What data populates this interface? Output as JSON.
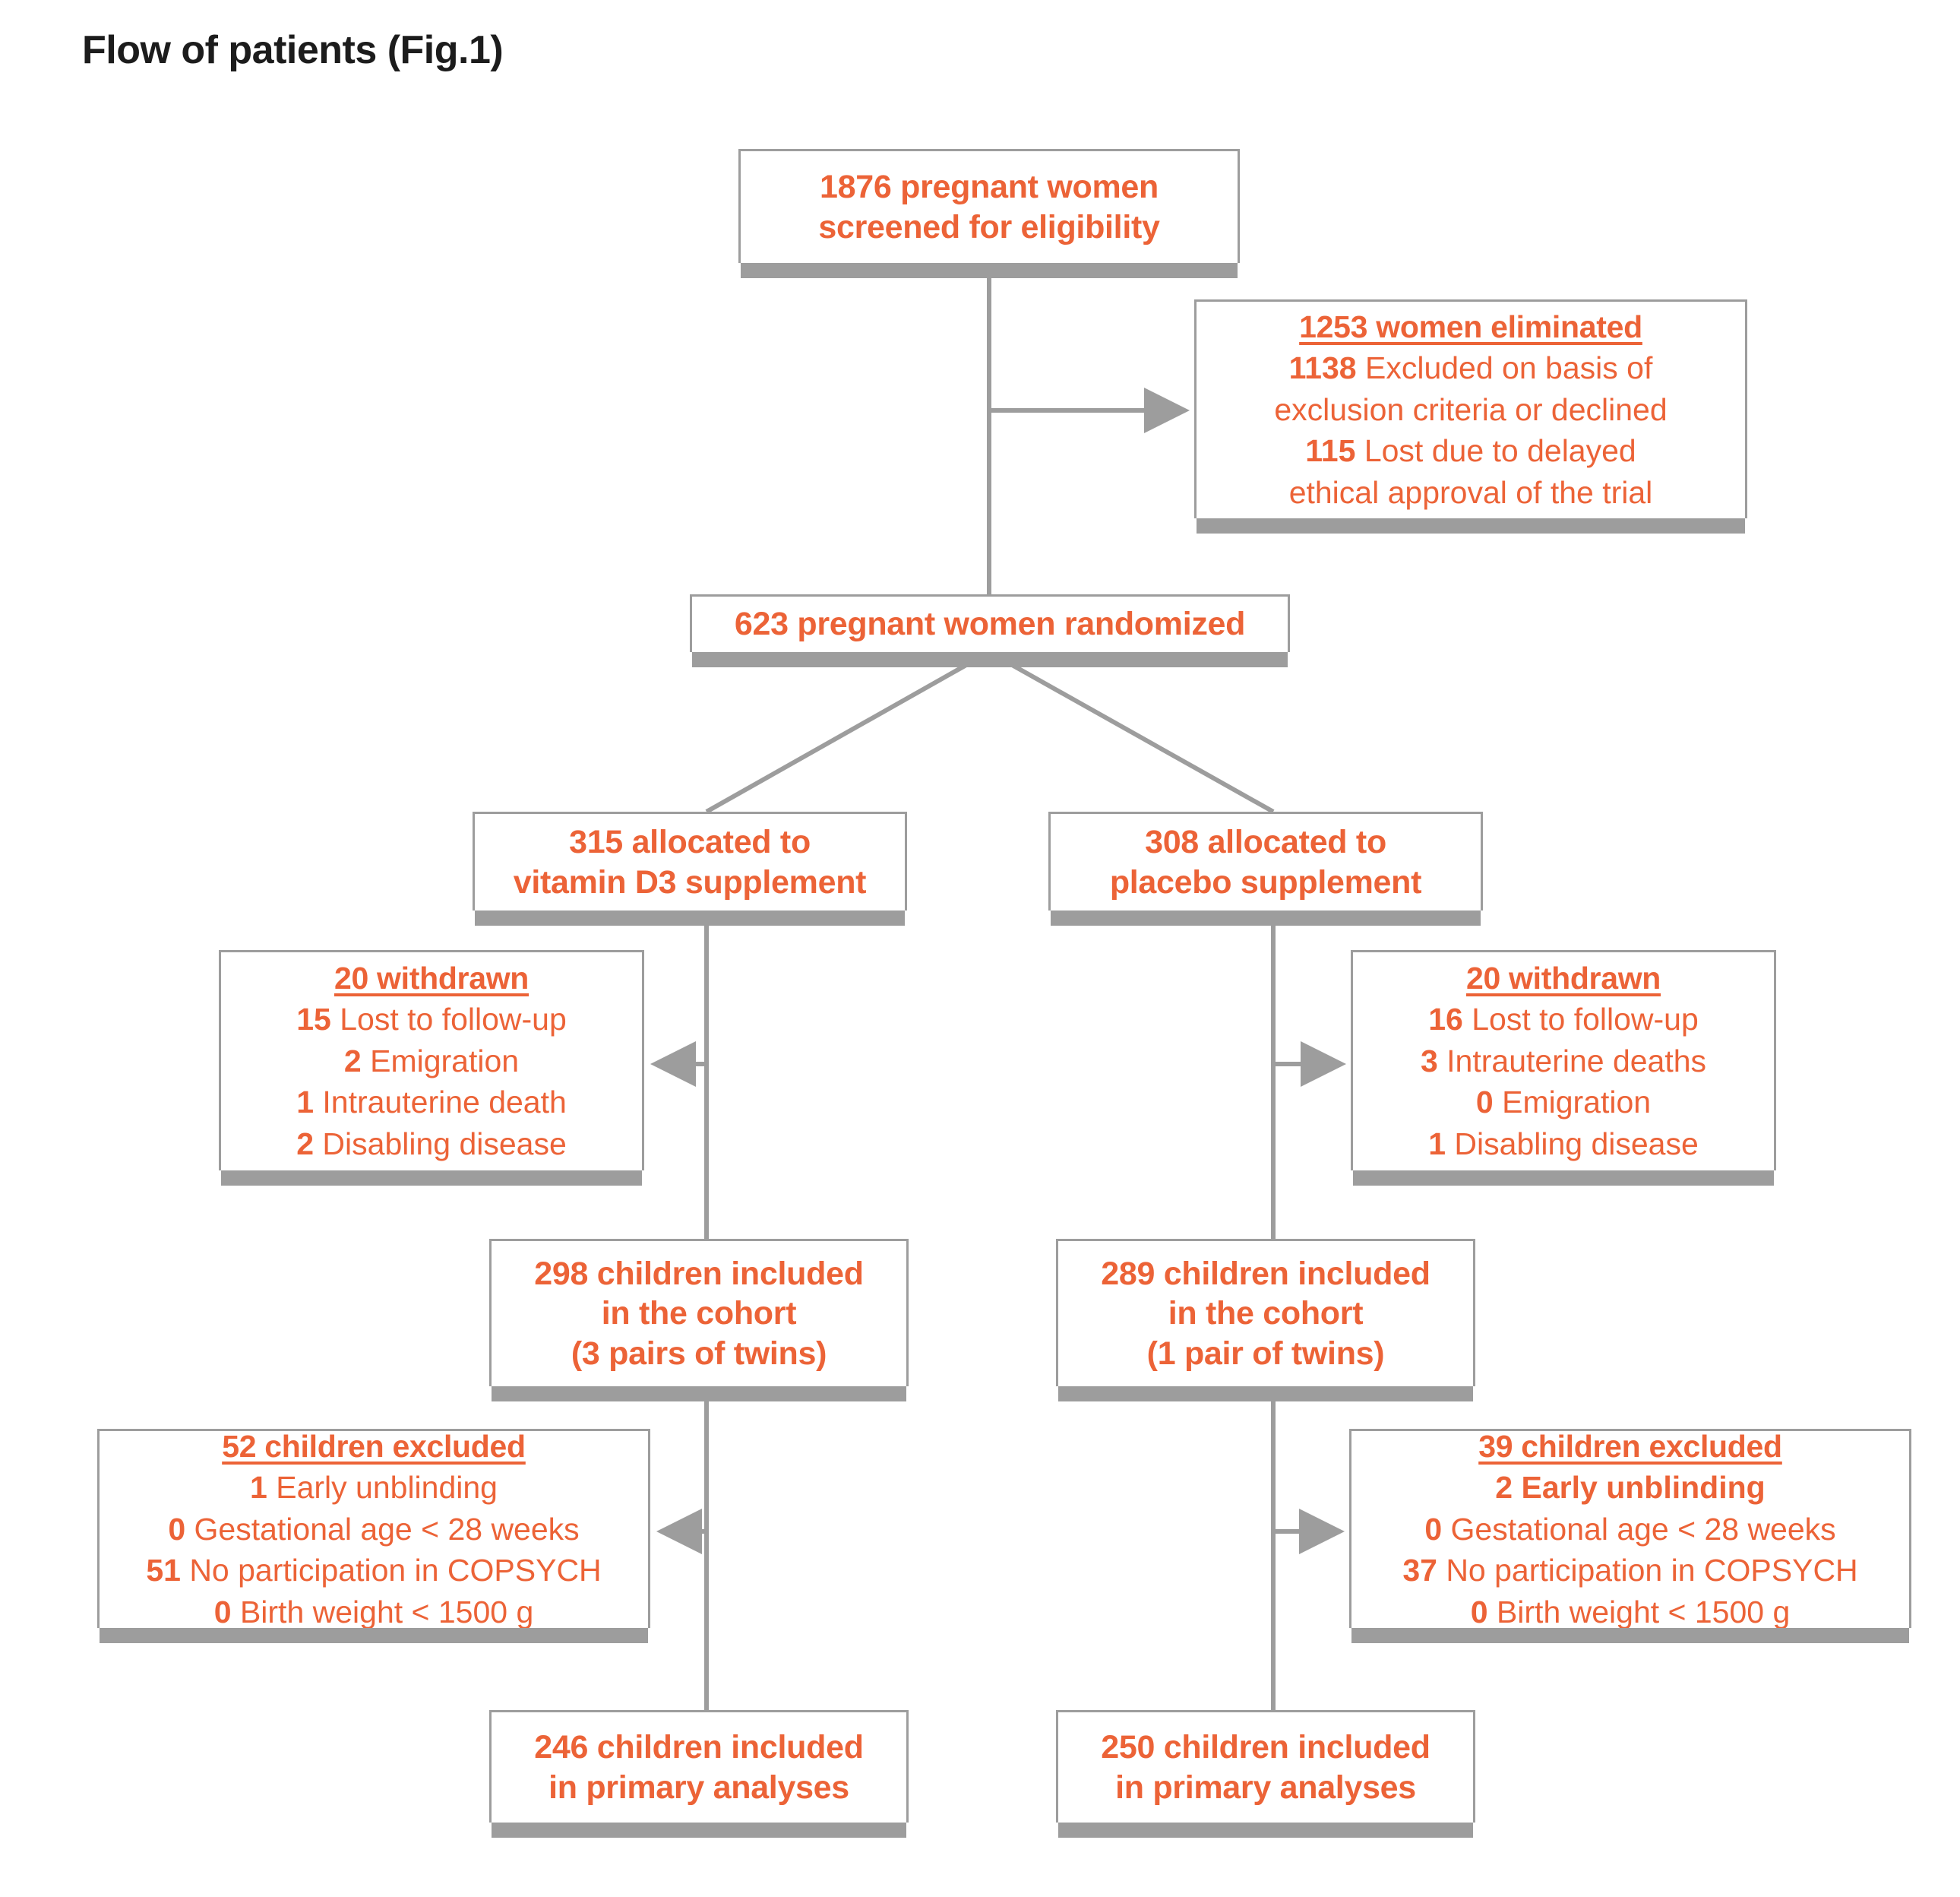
{
  "page": {
    "title": "Flow of patients (Fig.1)",
    "accent_color": "#ec6337",
    "line_color": "#9d9d9d",
    "title_color": "#1c1c1c",
    "background": "#ffffff"
  },
  "nodes": {
    "screened": {
      "line1": "1876 pregnant women",
      "line2": "screened for eligibility"
    },
    "eliminated": {
      "header": "1253 women eliminated",
      "rows": [
        {
          "count": "1138",
          "text": "Excluded on basis of"
        },
        {
          "count": "",
          "text": "exclusion criteria or declined"
        },
        {
          "count": "115",
          "text": "Lost due to delayed"
        },
        {
          "count": "",
          "text": "ethical approval of the trial"
        }
      ]
    },
    "randomized": {
      "line1": "623 pregnant women randomized"
    },
    "alloc_left": {
      "line1": "315 allocated to",
      "line2": "vitamin D3 supplement"
    },
    "alloc_right": {
      "line1": "308 allocated to",
      "line2": "placebo supplement"
    },
    "withdrawn_left": {
      "header": "20 withdrawn",
      "rows": [
        {
          "count": "15",
          "text": "Lost to follow-up"
        },
        {
          "count": "2",
          "text": "Emigration"
        },
        {
          "count": "1",
          "text": "Intrauterine death"
        },
        {
          "count": "2",
          "text": "Disabling disease"
        }
      ]
    },
    "withdrawn_right": {
      "header": "20 withdrawn",
      "rows": [
        {
          "count": "16",
          "text": "Lost to follow-up"
        },
        {
          "count": "3",
          "text": "Intrauterine deaths"
        },
        {
          "count": "0",
          "text": "Emigration"
        },
        {
          "count": "1",
          "text": "Disabling disease"
        }
      ]
    },
    "cohort_left": {
      "line1": "298 children included",
      "line2": "in the cohort",
      "line3": "(3 pairs of twins)"
    },
    "cohort_right": {
      "line1": "289 children included",
      "line2": "in the cohort",
      "line3": "(1 pair of twins)"
    },
    "excluded_left": {
      "header": "52 children excluded",
      "rows": [
        {
          "count": "1",
          "text": "Early unblinding"
        },
        {
          "count": "0",
          "text": "Gestational age < 28 weeks"
        },
        {
          "count": "51",
          "text": "No participation in COPSYCH"
        },
        {
          "count": "0",
          "text": "Birth weight < 1500 g"
        }
      ]
    },
    "excluded_right": {
      "header": "39 children excluded",
      "rows": [
        {
          "count": "2",
          "text": "Early unblinding"
        },
        {
          "count": "0",
          "text": "Gestational age < 28 weeks"
        },
        {
          "count": "37",
          "text": "No participation in COPSYCH"
        },
        {
          "count": "0",
          "text": "Birth weight < 1500 g"
        }
      ]
    },
    "final_left": {
      "line1": "246 children included",
      "line2": "in primary analyses"
    },
    "final_right": {
      "line1": "250 children included",
      "line2": "in primary analyses"
    }
  }
}
